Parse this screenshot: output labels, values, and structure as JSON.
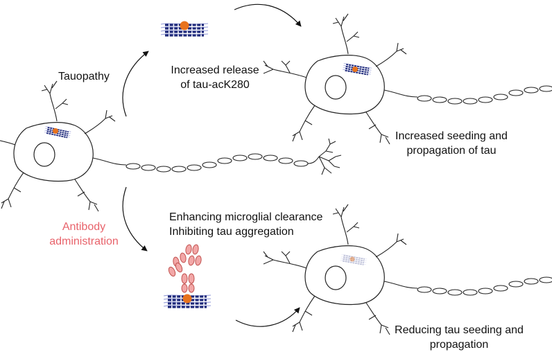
{
  "labels": {
    "tauopathy": "Tauopathy",
    "release_line1": "Increased release",
    "release_line2": "of tau-acK280",
    "seeding_up_line1": "Increased seeding and",
    "seeding_up_line2": "propagation of tau",
    "antibody_line1": "Antibody",
    "antibody_line2": "administration",
    "mechanism_line1": "Enhancing microglial clearance",
    "mechanism_line2": "Inhibiting tau aggregation",
    "seeding_down_line1": "Reducing tau seeding and",
    "seeding_down_line2": "propagation"
  },
  "colors": {
    "antibody_text": "#e8636b",
    "tau_fibril": "#1f2a7a",
    "tau_fibril_faded": "#aab3e0",
    "acetyl_mark": "#e8731d",
    "antibody_fill": "#f2a7a7",
    "antibody_stroke": "#c0504d",
    "line": "#111111"
  }
}
